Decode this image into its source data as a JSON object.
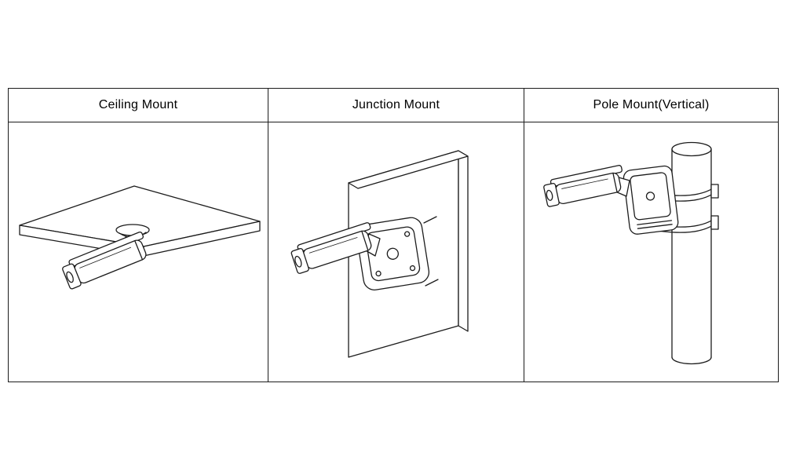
{
  "figure": {
    "line_color": "#1c1c1c",
    "columns": [
      {
        "id": "ceiling-mount",
        "label": "Ceiling Mount"
      },
      {
        "id": "junction-mount",
        "label": "Junction Mount"
      },
      {
        "id": "pole-mount",
        "label": "Pole Mount(Vertical)"
      }
    ]
  }
}
